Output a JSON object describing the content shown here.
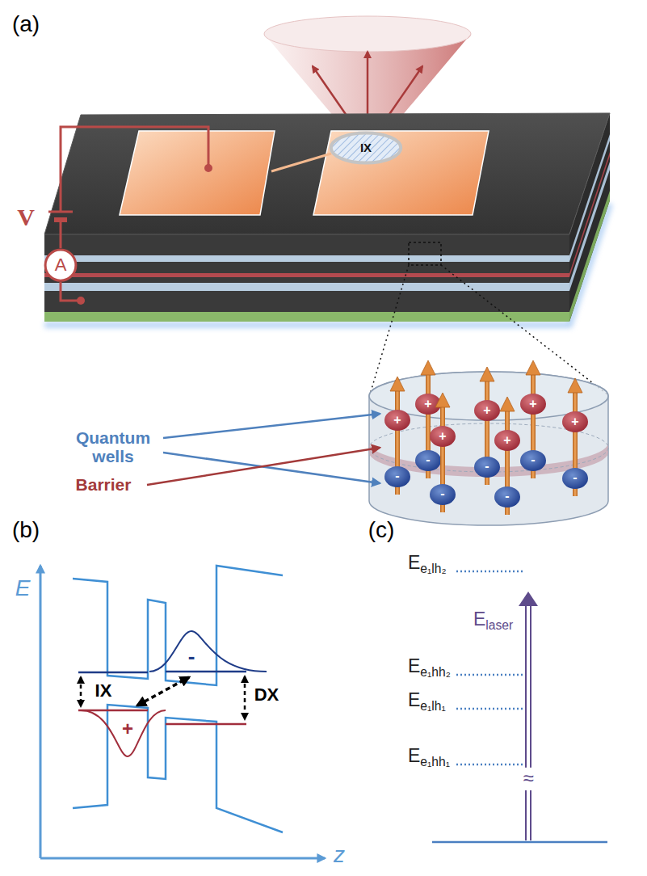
{
  "diagram": {
    "nodes": [
      {
        "text": [
          "IX"
        ]
      },
      {
        "text": [
          "A"
        ]
      }
    ],
    "labels": [
      "(a)",
      "V",
      "Quantum wells",
      "Barrier",
      "+",
      "+",
      "+",
      "+",
      "+",
      "+",
      "+",
      "-",
      "-",
      "-",
      "-",
      "-",
      "-",
      "-",
      "(b)",
      "(c)",
      "E",
      "z",
      "IX",
      "DX",
      "-",
      "+",
      "Ee₁lh₂",
      "Elaser",
      "Ee₁hh₂",
      "Ee₁lh₁",
      "Ee₁hh₁",
      "≈"
    ]
  }
}
